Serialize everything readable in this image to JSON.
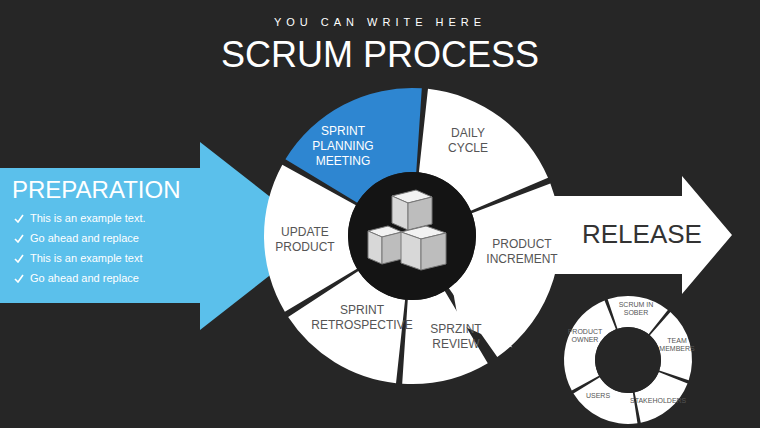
{
  "diagram": {
    "title": "SCRUM PROCESS",
    "nodes": [
      {
        "text": [
          "PREPARATION",
          "This is an example text.",
          "Go ahead and replace",
          "This is an example text",
          "Go ahead and replace"
        ]
      },
      {
        "text": [
          "SPRINT PLANNING MEETING"
        ]
      },
      {
        "text": [
          "DAILY CYCLE"
        ]
      },
      {
        "text": [
          "PRODUCT INCREMENT"
        ]
      },
      {
        "text": [
          "SPRZINT REVIEW"
        ]
      },
      {
        "text": [
          "SPRINT RETROSPECTIVE"
        ]
      },
      {
        "text": [
          "UPDATE PRODUCT"
        ]
      },
      {
        "text": [
          "RELEASE"
        ]
      },
      {
        "text": [
          "SCRUM IN SOBER"
        ]
      },
      {
        "text": [
          "TEAM MEMBERS"
        ]
      },
      {
        "text": [
          "STAKEHOLDERS"
        ]
      },
      {
        "text": [
          "USERS"
        ]
      },
      {
        "text": [
          "PRODUCT OWNER"
        ]
      }
    ],
    "labels": [
      "YOU CAN WRITE HERE"
    ]
  }
}
